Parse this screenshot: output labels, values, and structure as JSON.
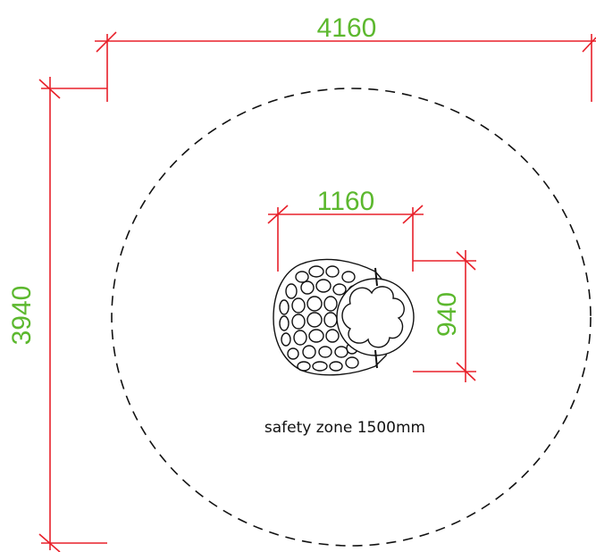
{
  "dimensions": {
    "overall_width": "4160",
    "overall_depth": "3940",
    "item_width": "1160",
    "item_depth": "940"
  },
  "safety_zone_label": "safety zone 1500mm",
  "colors": {
    "dimension_line": "#e8202a",
    "dimension_text": "#5cb82e",
    "outline": "#111111"
  }
}
